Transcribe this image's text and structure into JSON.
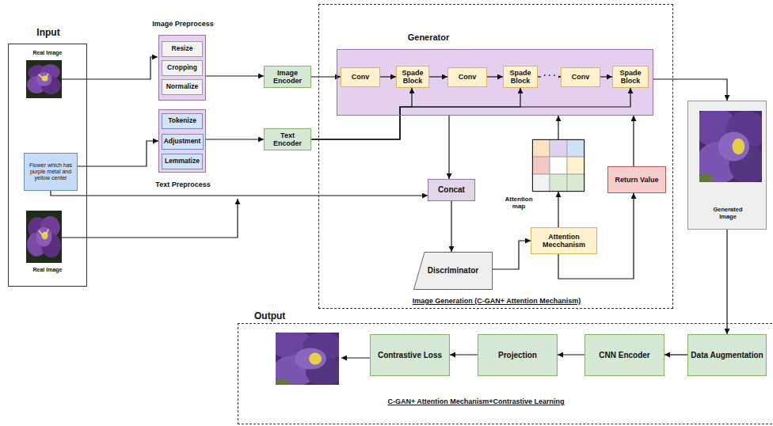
{
  "diagram": {
    "nodes": [
      {
        "text": [
          "Input"
        ]
      },
      {
        "text": [
          "Flower which has purple metal and yellow center"
        ],
        "in": 0
      },
      {
        "text": [
          "Image Preprocess"
        ]
      },
      {
        "text": [
          "Resize"
        ],
        "in": 2
      },
      {
        "text": [
          "Cropping"
        ],
        "in": 2
      },
      {
        "text": [
          "Normalize"
        ],
        "in": 2
      },
      {
        "text": [
          "Text Preprocess"
        ]
      },
      {
        "text": [
          "Tokenize"
        ],
        "in": 6
      },
      {
        "text": [
          "Adjustment"
        ],
        "in": 6
      },
      {
        "text": [
          "Lemmatize"
        ],
        "in": 6
      },
      {
        "text": [
          "Image Encoder"
        ]
      },
      {
        "text": [
          "Text Encoder"
        ]
      },
      {
        "text": [
          "Image Generation (C-GAN+ Attention Mechanism)"
        ]
      },
      {
        "text": [
          "Generator"
        ],
        "in": 12
      },
      {
        "text": [
          "Conv"
        ],
        "in": 13
      },
      {
        "text": [
          "Spade Block"
        ],
        "in": 13
      },
      {
        "text": [
          "Conv"
        ],
        "in": 13
      },
      {
        "text": [
          "Spade Block"
        ],
        "in": 13
      },
      {
        "text": [
          "Conv"
        ],
        "in": 13
      },
      {
        "text": [
          "Spade Block"
        ],
        "in": 13
      },
      {
        "text": [
          "Concat"
        ],
        "in": 12
      },
      {
        "text": [
          "Attention map"
        ],
        "in": 12
      },
      {
        "text": [
          "Return Value"
        ],
        "in": 12
      },
      {
        "text": [
          "Attention Mecchanism"
        ],
        "in": 12
      },
      {
        "text": [
          "Discriminator"
        ],
        "in": 12
      },
      {
        "text": [
          "Generated Image"
        ]
      },
      {
        "text": [
          "Output",
          "C-GAN+ Attention Mechanism+Contrastive Learning"
        ]
      },
      {
        "text": [
          "Contrastive Loss"
        ],
        "in": 26
      },
      {
        "text": [
          "Projection"
        ],
        "in": 26
      },
      {
        "text": [
          "CNN Encoder"
        ],
        "in": 26
      },
      {
        "text": [
          "Data Augmentation"
        ],
        "in": 26
      }
    ],
    "edges": [
      {
        "from": 2,
        "to": 10,
        "arrow": "to"
      },
      {
        "from": 1,
        "to": 6,
        "arrow": "to"
      },
      {
        "from": 6,
        "to": 11,
        "arrow": "to"
      },
      {
        "from": 10,
        "to": 14,
        "arrow": "to"
      },
      {
        "from": 14,
        "to": 15,
        "arrow": "to"
      },
      {
        "from": 15,
        "to": 16,
        "arrow": "to"
      },
      {
        "from": 16,
        "to": 17,
        "arrow": "to"
      },
      {
        "from": 17,
        "to": 18,
        "arrow": "to"
      },
      {
        "from": 18,
        "to": 19,
        "arrow": "to"
      },
      {
        "from": 11,
        "to": 15,
        "arrow": "to"
      },
      {
        "from": 11,
        "to": 17,
        "arrow": "to"
      },
      {
        "from": 11,
        "to": 19,
        "arrow": "to"
      },
      {
        "from": 13,
        "to": 25,
        "arrow": "to"
      },
      {
        "from": 13,
        "to": 20,
        "arrow": "to"
      },
      {
        "from": 1,
        "to": 20,
        "arrow": "to"
      },
      {
        "from": 20,
        "to": 24,
        "arrow": "to"
      },
      {
        "from": 24,
        "to": 23,
        "arrow": "to"
      },
      {
        "from": 23,
        "to": 21,
        "arrow": "to"
      },
      {
        "from": 21,
        "to": 13,
        "arrow": "to"
      },
      {
        "from": 23,
        "to": 22,
        "arrow": "to"
      },
      {
        "from": 22,
        "to": 13,
        "arrow": "to"
      },
      {
        "from": 25,
        "to": 30,
        "arrow": "to"
      },
      {
        "from": 30,
        "to": 29,
        "arrow": "to"
      },
      {
        "from": 29,
        "to": 28,
        "arrow": "to"
      },
      {
        "from": 28,
        "to": 27,
        "arrow": "to"
      }
    ],
    "labels": [
      "Real Image",
      "Real Image",
      "· · ·"
    ]
  }
}
